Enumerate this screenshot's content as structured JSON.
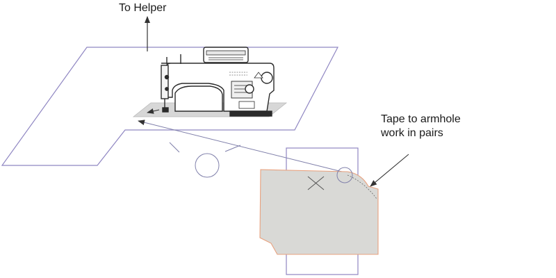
{
  "annotations": {
    "to_helper": "To Helper",
    "tape_line1": "Tape to armhole",
    "tape_line2": "work in pairs"
  },
  "colors": {
    "table_outline": "#8f86c2",
    "fabric_fill": "#d9d9d6",
    "fabric_outline": "#e8a17e",
    "machine_line": "#2b2b2b",
    "machine_fill": "#ffffff",
    "machine_base": "#d7d7d7",
    "arrow": "#333333",
    "guide_line": "#7f7faa"
  },
  "icons": {
    "sewing_machine": "sewing-machine-icon"
  }
}
